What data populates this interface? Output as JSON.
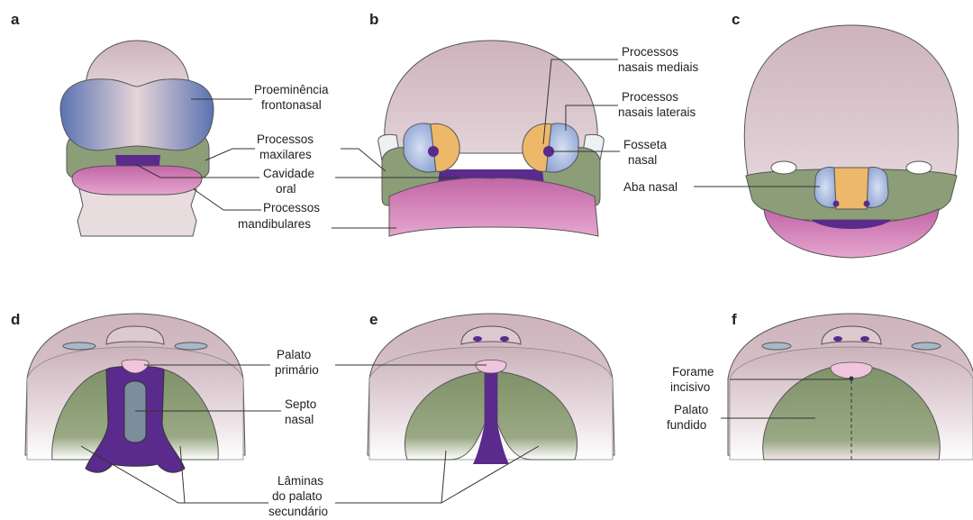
{
  "panels": [
    "a",
    "b",
    "c",
    "d",
    "e",
    "f"
  ],
  "labels": {
    "a_fronto": [
      "Proeminência",
      "frontonasal"
    ],
    "a_maxilares": [
      "Processos",
      "maxilares"
    ],
    "a_oral": [
      "Cavidade",
      "oral"
    ],
    "a_mandib": [
      "Processos",
      "mandibulares"
    ],
    "b_mediais": [
      "Processos",
      "nasais mediais"
    ],
    "b_laterais": [
      "Processos",
      "nasais laterais"
    ],
    "b_fosseta": [
      "Fosseta",
      "nasal"
    ],
    "c_aba": [
      "Aba nasal"
    ],
    "d_palato_prim": [
      "Palato",
      "primário"
    ],
    "d_septo": [
      "Septo",
      "nasal"
    ],
    "d_laminas": [
      "Lâminas",
      "do palato",
      "secundário"
    ],
    "f_forame": [
      "Forame",
      "incisivo"
    ],
    "f_fundido": [
      "Palato",
      "fundido"
    ]
  },
  "colors": {
    "head": "#d9c4cb",
    "frontonasal_blue": "#6f85b8",
    "maxillary_green": "#8c9e78",
    "mandibular_pink": "#d07ab0",
    "oral_purple": "#5a2a8c",
    "medial_orange": "#eeb86a",
    "lateral_blue": "#b5c4e2",
    "septum_gray": "#7c8e9c"
  }
}
